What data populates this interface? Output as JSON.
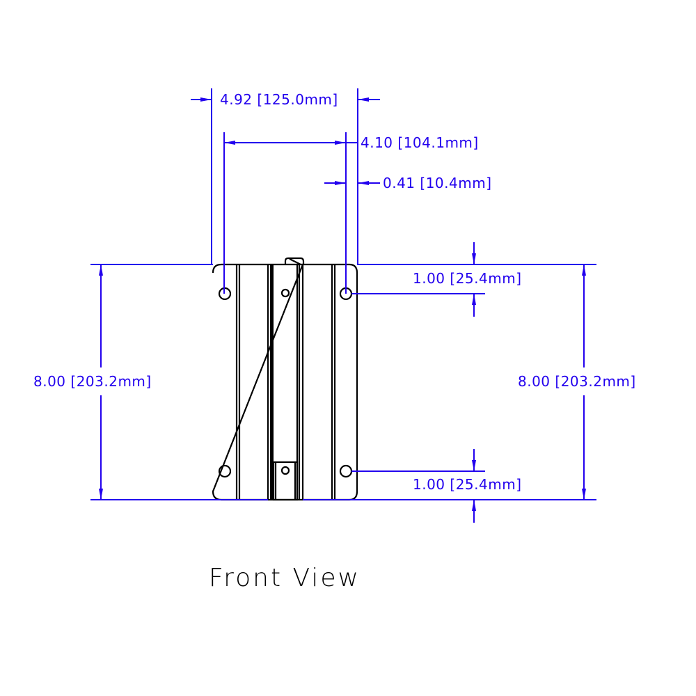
{
  "drawing": {
    "view_title": "Front View",
    "colors": {
      "dimension": "#2200ee",
      "object": "#000000",
      "background": "#ffffff"
    },
    "dimensions": {
      "overall_width": "4.92 [125.0mm]",
      "hole_spacing_width": "4.10 [104.1mm]",
      "hole_edge_offset": "0.41 [10.4mm]",
      "top_hole_offset": "1.00 [25.4mm]",
      "bottom_hole_offset": "1.00 [25.4mm]",
      "height_left": "8.00 [203.2mm]",
      "height_right": "8.00 [203.2mm]"
    }
  }
}
